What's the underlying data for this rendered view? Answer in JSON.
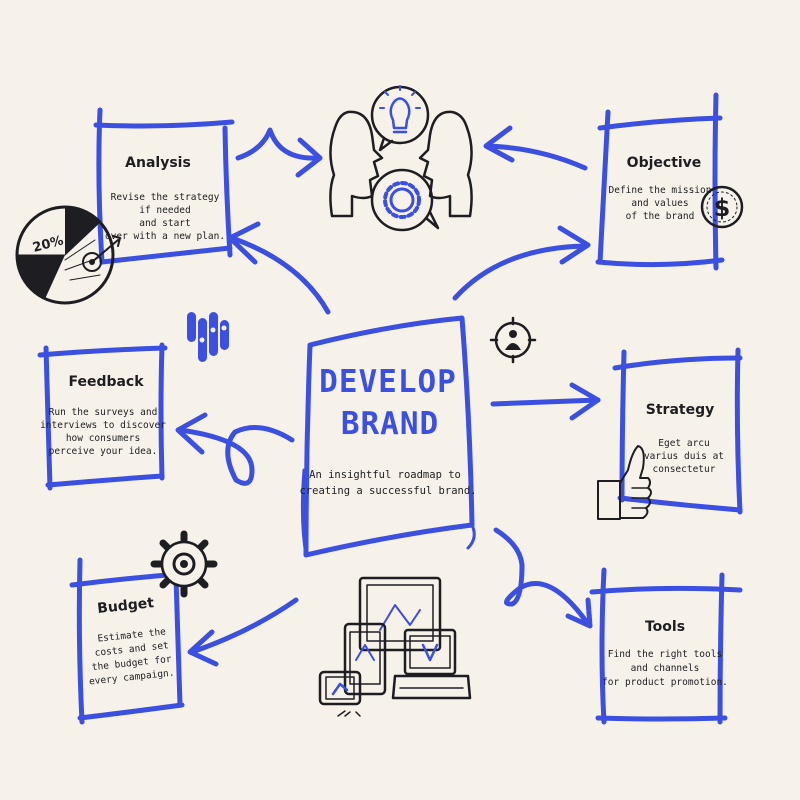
{
  "colors": {
    "accent": "#3b4fe0",
    "ink": "#1e1d22",
    "background": "#f6f2ea"
  },
  "center": {
    "title_line1": "DEVELOP",
    "title_line2": "BRAND",
    "subtitle_line1": "An insightful roadmap to",
    "subtitle_line2": "creating a successful brand."
  },
  "nodes": {
    "analysis": {
      "title": "Analysis",
      "lines": [
        "Revise the strategy",
        "if needed",
        "and start",
        "over with a new plan."
      ]
    },
    "objective": {
      "title": "Objective",
      "lines": [
        "Define the mission",
        "and values",
        "of the brand"
      ]
    },
    "feedback": {
      "title": "Feedback",
      "lines": [
        "Run the surveys and",
        "interviews to discover",
        "how consumers",
        "perceive your idea."
      ]
    },
    "strategy": {
      "title": "Strategy",
      "lines": [
        "Eget arcu",
        "varius duis at",
        "consectetur"
      ]
    },
    "budget": {
      "title": "Budget",
      "lines": [
        "Estimate the",
        "costs and set",
        "the budget for",
        "every campaign."
      ]
    },
    "tools": {
      "title": "Tools",
      "lines": [
        "Find the right  tools",
        "and channels",
        "for product promotion."
      ]
    }
  },
  "icons": {
    "pie": {
      "name": "pie-chart-icon",
      "label": "20%"
    },
    "dollar": {
      "name": "dollar-coin-icon",
      "label": "$"
    },
    "thumbs": {
      "name": "thumbs-up-icon"
    },
    "gear": {
      "name": "gear-icon"
    },
    "devices": {
      "name": "devices-icon"
    },
    "target": {
      "name": "target-person-icon"
    },
    "heads": {
      "name": "two-heads-idea-icon"
    },
    "capsules": {
      "name": "capsules-icon"
    }
  }
}
